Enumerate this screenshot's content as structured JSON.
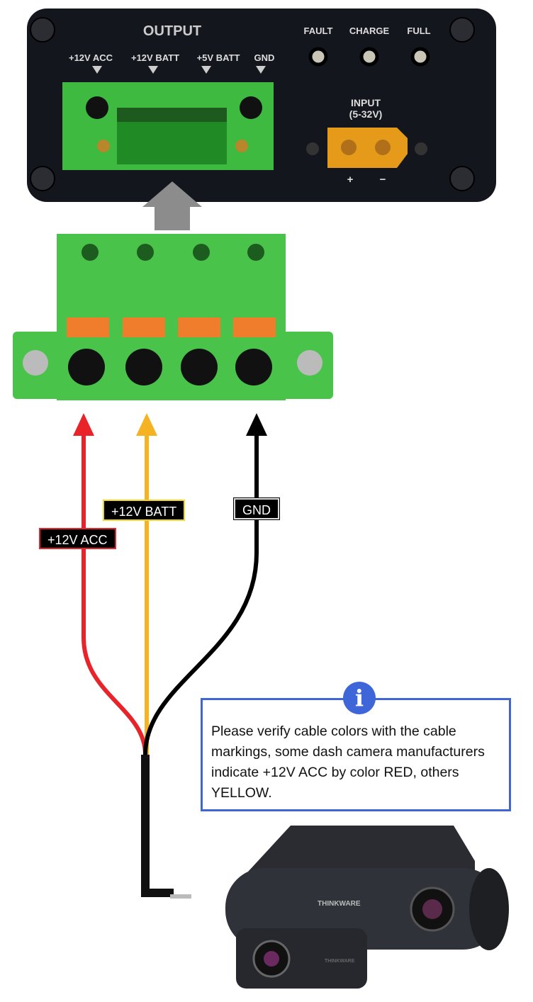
{
  "device": {
    "output_label": "OUTPUT",
    "pins": [
      "+12V ACC",
      "+12V BATT",
      "+5V BATT",
      "GND"
    ],
    "leds": [
      "FAULT",
      "CHARGE",
      "FULL"
    ],
    "input_label": "INPUT",
    "input_range": "(5-32V)",
    "plus": "+",
    "minus": "−"
  },
  "wires": [
    {
      "label": "+12V ACC",
      "color": "#e8232a"
    },
    {
      "label": "+12V BATT",
      "color": "#f5b324"
    },
    {
      "label": "GND",
      "color": "#000000"
    }
  ],
  "note": {
    "icon": "info-icon",
    "text": "Please verify cable colors with the cable markings, some dash camera manufacturers indicate +12V ACC by color RED, others YELLOW.",
    "accent": "#3f66d8"
  },
  "camera": {
    "brand": "THINKWARE"
  }
}
